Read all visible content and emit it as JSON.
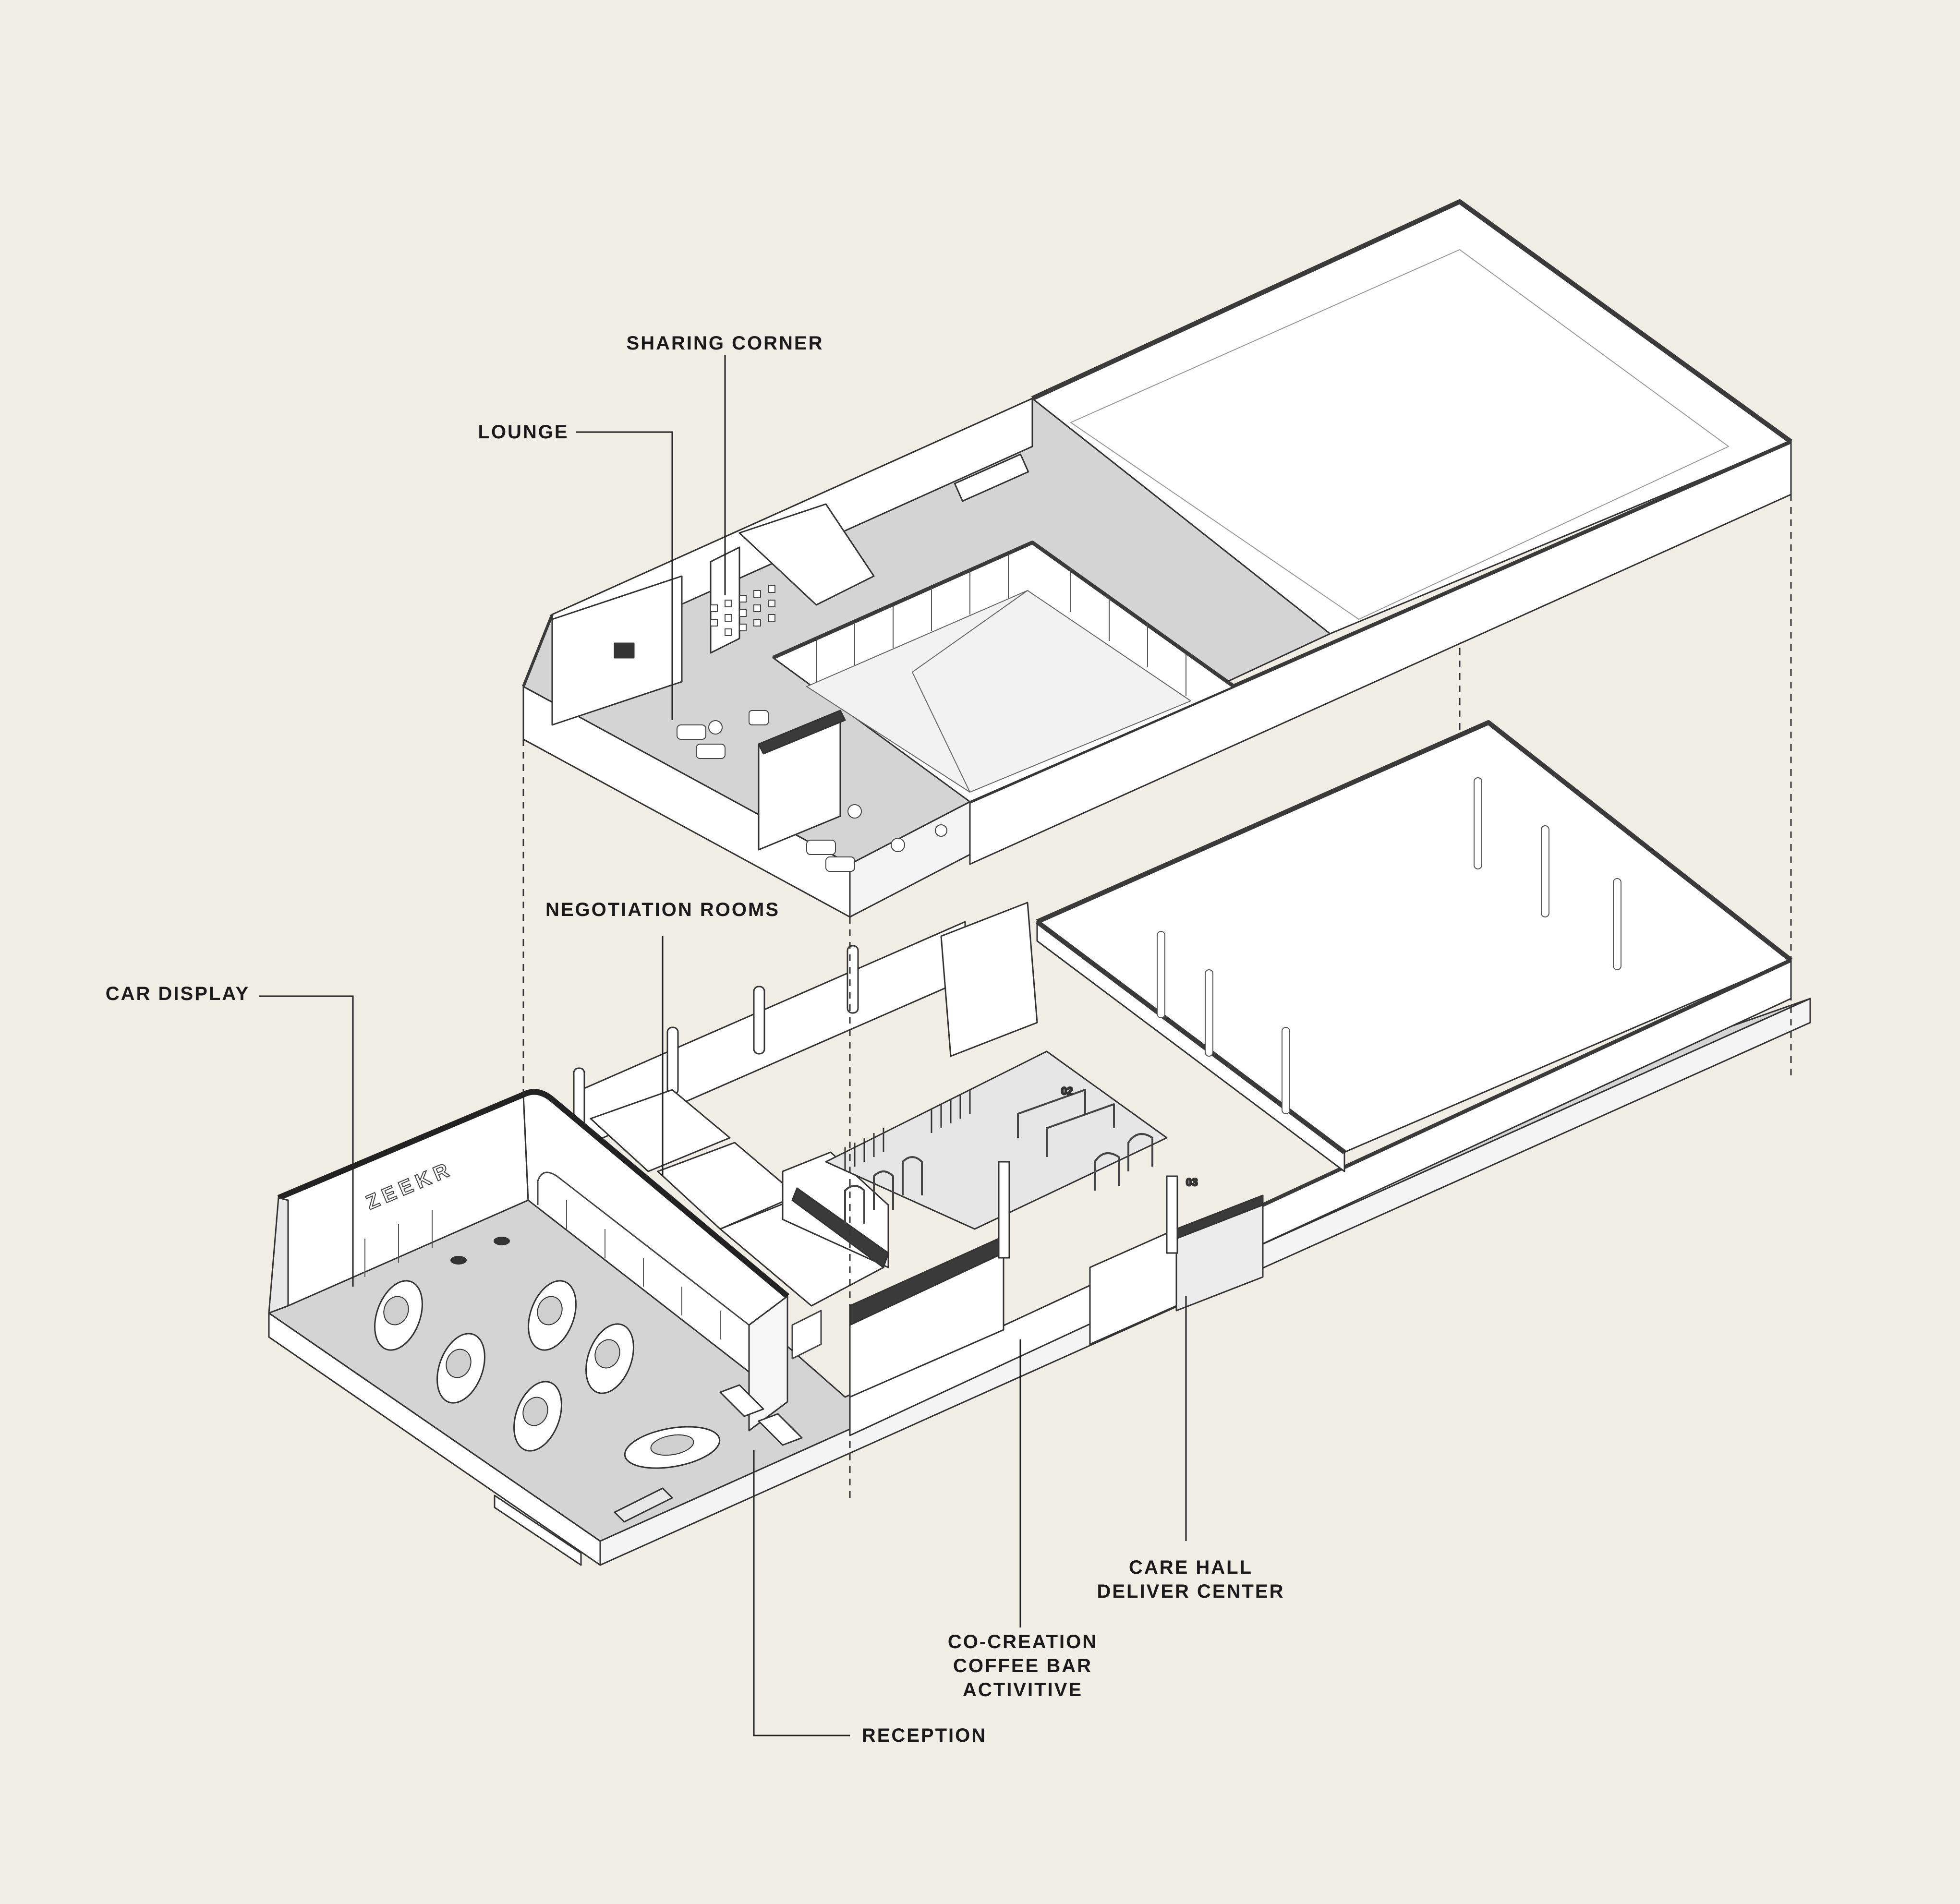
{
  "labels": {
    "sharing_corner": "SHARING CORNER",
    "lounge": "LOUNGE",
    "negotiation_rooms": "NEGOTIATION ROOMS",
    "car_display": "CAR DISPLAY",
    "care_hall_1": "CARE HALL",
    "care_hall_2": "DELIVER CENTER",
    "cocreation_1": "CO-CREATION",
    "cocreation_2": "COFFEE BAR",
    "cocreation_3": "ACTIVITIVE",
    "reception": "RECEPTION"
  },
  "signage": {
    "brand": "ZEEKR",
    "zone_02": "02",
    "zone_03": "03"
  },
  "colors": {
    "background": "#f0ede5",
    "floor": "#d4d4d4",
    "wall": "#ffffff",
    "line": "#333333",
    "dark_edge": "#3a3a3a"
  }
}
